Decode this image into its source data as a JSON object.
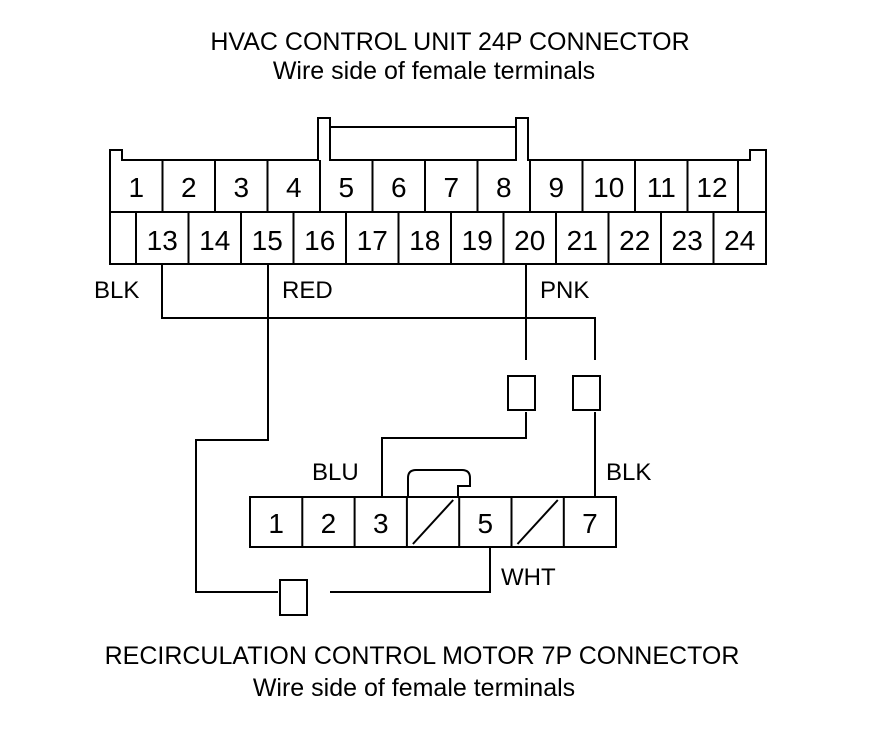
{
  "top_connector": {
    "title": "HVAC CONTROL UNIT 24P CONNECTOR",
    "subtitle": "Wire side of female terminals",
    "row1": [
      "1",
      "2",
      "3",
      "4",
      "5",
      "6",
      "7",
      "8",
      "9",
      "10",
      "11",
      "12"
    ],
    "row2": [
      "13",
      "14",
      "15",
      "16",
      "17",
      "18",
      "19",
      "20",
      "21",
      "22",
      "23",
      "24"
    ]
  },
  "bottom_connector": {
    "title": "RECIRCULATION CONTROL MOTOR 7P CONNECTOR",
    "subtitle": "Wire side of female terminals",
    "pins": [
      "1",
      "2",
      "3",
      "",
      "5",
      "",
      "7"
    ]
  },
  "wire_labels": {
    "blk_top": "BLK",
    "red": "RED",
    "pnk": "PNK",
    "blu": "BLU",
    "blk_bottom": "BLK",
    "wht": "WHT"
  },
  "colors": {
    "line": "#000000",
    "background": "#ffffff"
  }
}
